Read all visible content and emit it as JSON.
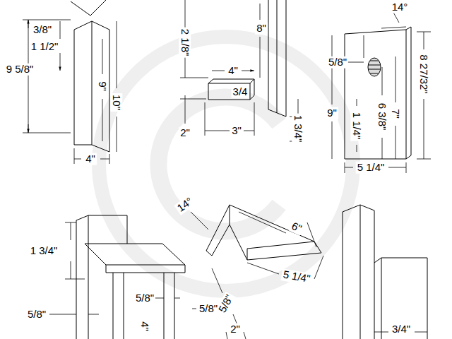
{
  "diagram": {
    "labels": [
      "3/8\"",
      "1 1/2\"",
      "9 5/8\"",
      "9\"",
      "10\"",
      "4\"",
      "2 1/8\"",
      "8\"",
      "4\"",
      "3/4",
      "2\"",
      "3\"",
      "1 3/4\"",
      "14°",
      "5/8\"",
      "8 27/32\"",
      "6 3/8\"",
      "7\"",
      "9\"",
      "1 1/4\"",
      "5 1/4\"",
      "1 3/4\"",
      "5/8\"",
      "5/8\"",
      "5/8\"",
      "4\"",
      "14°",
      "6\"",
      "5/8\"",
      "5 1/4\"",
      "2\"",
      "3/4\""
    ]
  }
}
